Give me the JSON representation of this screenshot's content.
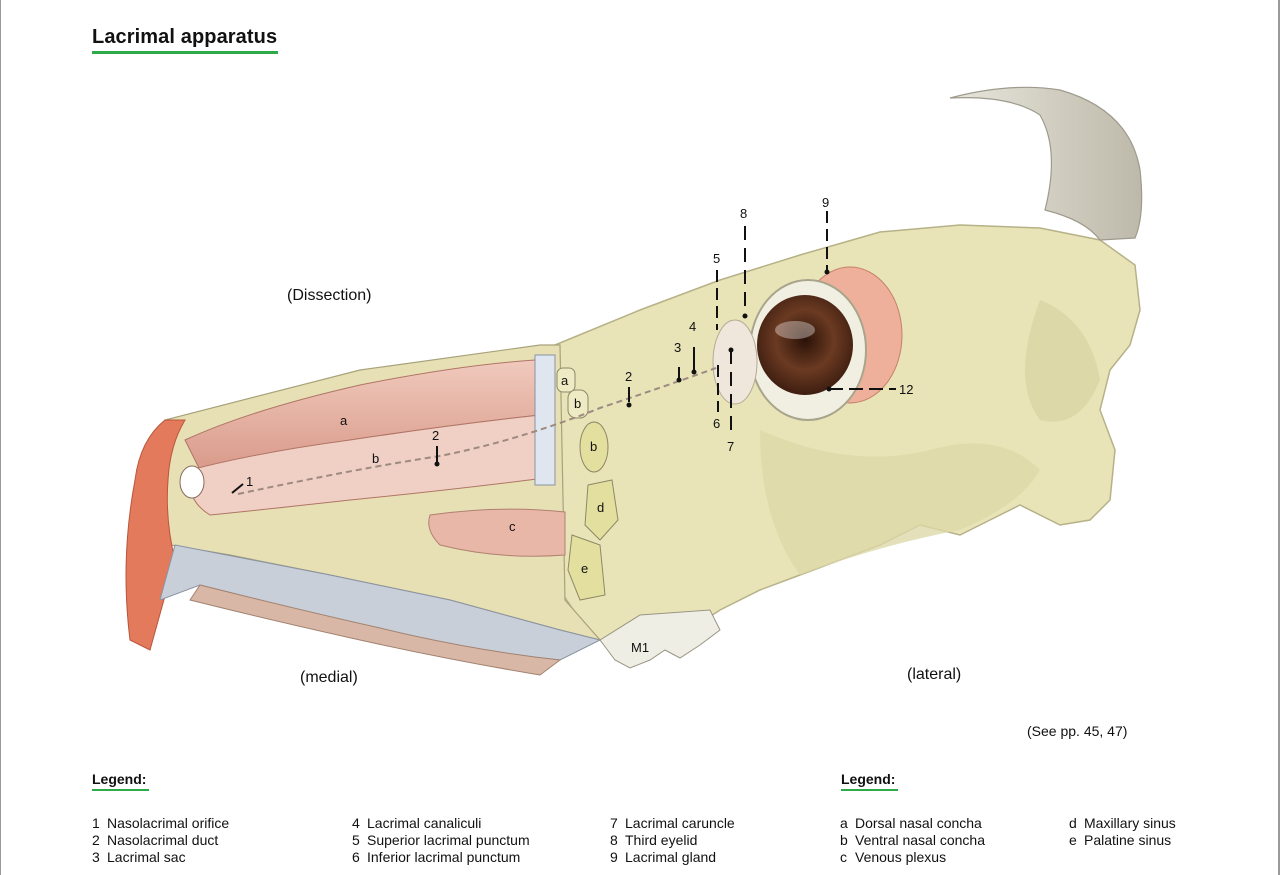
{
  "title": "Lacrimal apparatus",
  "figure": {
    "view_labels": {
      "dissection": "(Dissection)",
      "medial": "(medial)",
      "lateral": "(lateral)"
    },
    "callouts": [
      "1",
      "2",
      "2",
      "3",
      "4",
      "5",
      "6",
      "7",
      "8",
      "9",
      "12",
      "M1"
    ],
    "letter_callouts": [
      "a",
      "b",
      "a",
      "b",
      "b",
      "c",
      "d",
      "e"
    ]
  },
  "see_pages": "(See pp. 45, 47)",
  "legend_numbers": {
    "heading": "Legend:",
    "col1": [
      {
        "key": "1",
        "text": "Nasolacrimal orifice"
      },
      {
        "key": "2",
        "text": "Nasolacrimal duct"
      },
      {
        "key": "3",
        "text": "Lacrimal sac"
      }
    ],
    "col2": [
      {
        "key": "4",
        "text": "Lacrimal canaliculi"
      },
      {
        "key": "5",
        "text": "Superior lacrimal punctum"
      },
      {
        "key": "6",
        "text": "Inferior lacrimal punctum"
      }
    ],
    "col3": [
      {
        "key": "7",
        "text": "Lacrimal caruncle"
      },
      {
        "key": "8",
        "text": "Third eyelid"
      },
      {
        "key": "9",
        "text": "Lacrimal gland"
      }
    ]
  },
  "legend_letters": {
    "heading": "Legend:",
    "col1": [
      {
        "key": "a",
        "text": "Dorsal nasal concha"
      },
      {
        "key": "b",
        "text": "Ventral nasal concha"
      },
      {
        "key": "c",
        "text": "Venous plexus"
      }
    ],
    "col2": [
      {
        "key": "d",
        "text": "Maxillary sinus"
      },
      {
        "key": "e",
        "text": "Palatine sinus"
      }
    ]
  },
  "colors": {
    "accent_rule": "#2faa4a",
    "bone": "#e8e4b8",
    "mucosa": "#e9b8ad",
    "iris": "#6b3a22"
  }
}
